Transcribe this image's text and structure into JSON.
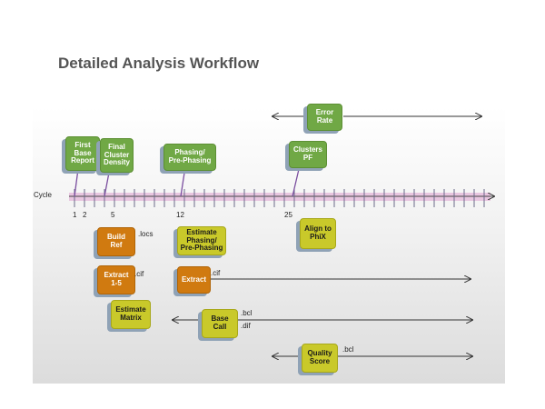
{
  "title": "Detailed Analysis Workflow",
  "cycle_label": "Cycle",
  "cycle_numbers": [
    "1",
    "2",
    "5",
    "12",
    "25"
  ],
  "boxes": {
    "first_base_report": "First\nBase\nReport",
    "final_cluster_density": "Final\nCluster\nDensity",
    "phasing_prephasing": "Phasing/\nPre-Phasing",
    "clusters_pf": "Clusters\nPF",
    "error_rate": "Error\nRate",
    "build_ref": "Build\nRef",
    "estimate_phasing": "Estimate\nPhasing/\nPre-Phasing",
    "align_phix": "Align to\nPhiX",
    "extract_1_5": "Extract\n1-5",
    "extract": "Extract",
    "estimate_matrix": "Estimate\nMatrix",
    "base_call": "Base\nCall",
    "quality_score": "Quality\nScore"
  },
  "file_labels": {
    "locs": ".locs",
    "cif_1": ".cif",
    "cif_2": ".cif",
    "bcl_1": ".bcl",
    "dif": ".dif",
    "bcl_2": ".bcl"
  },
  "colors": {
    "green": "#70a845",
    "orange": "#d07a10",
    "yellow": "#c9c92a",
    "timeline_band": "#e8c6e0"
  }
}
